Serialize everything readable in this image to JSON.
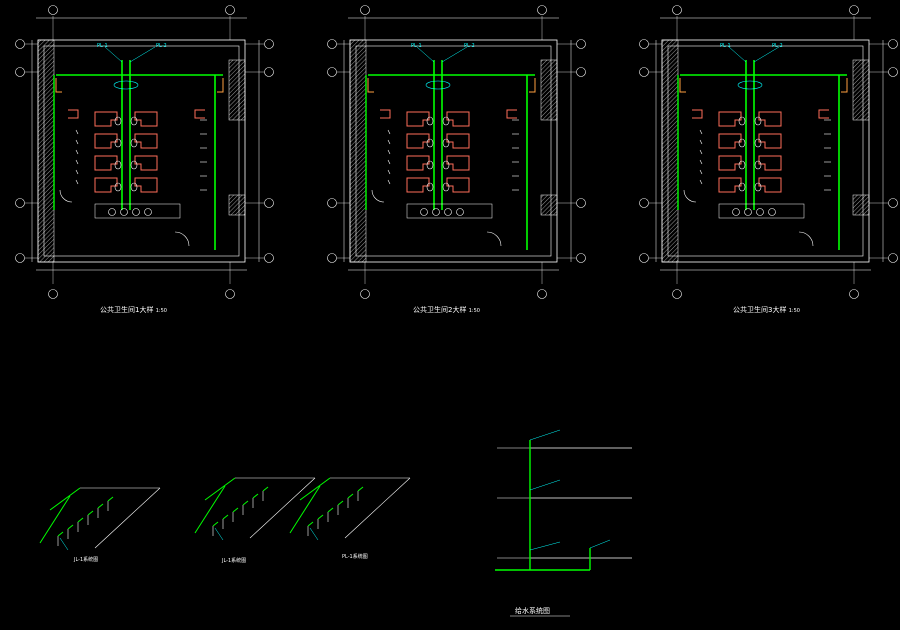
{
  "colors": {
    "background": "#000000",
    "wall": "#ffffff",
    "dimension": "#ffffff",
    "pipe": "#00ff00",
    "partition": "#ff6e5a",
    "fixture": "#ffffff",
    "annotation": "#00ffff",
    "hatch": "#ffffff"
  },
  "plans": [
    {
      "id": "plan-1",
      "title": "公共卫生间1大样",
      "scale": "1:50"
    },
    {
      "id": "plan-2",
      "title": "公共卫生间2大样",
      "scale": "1:50"
    },
    {
      "id": "plan-3",
      "title": "公共卫生间3大样",
      "scale": "1:50"
    }
  ],
  "pipe_labels": [
    "PL-1",
    "PL-2"
  ],
  "isometric_titles": [
    "JL-1系统图",
    "JL-1系统图",
    "PL-1系统图"
  ],
  "riser_diagram": {
    "title": "给水系统图"
  }
}
